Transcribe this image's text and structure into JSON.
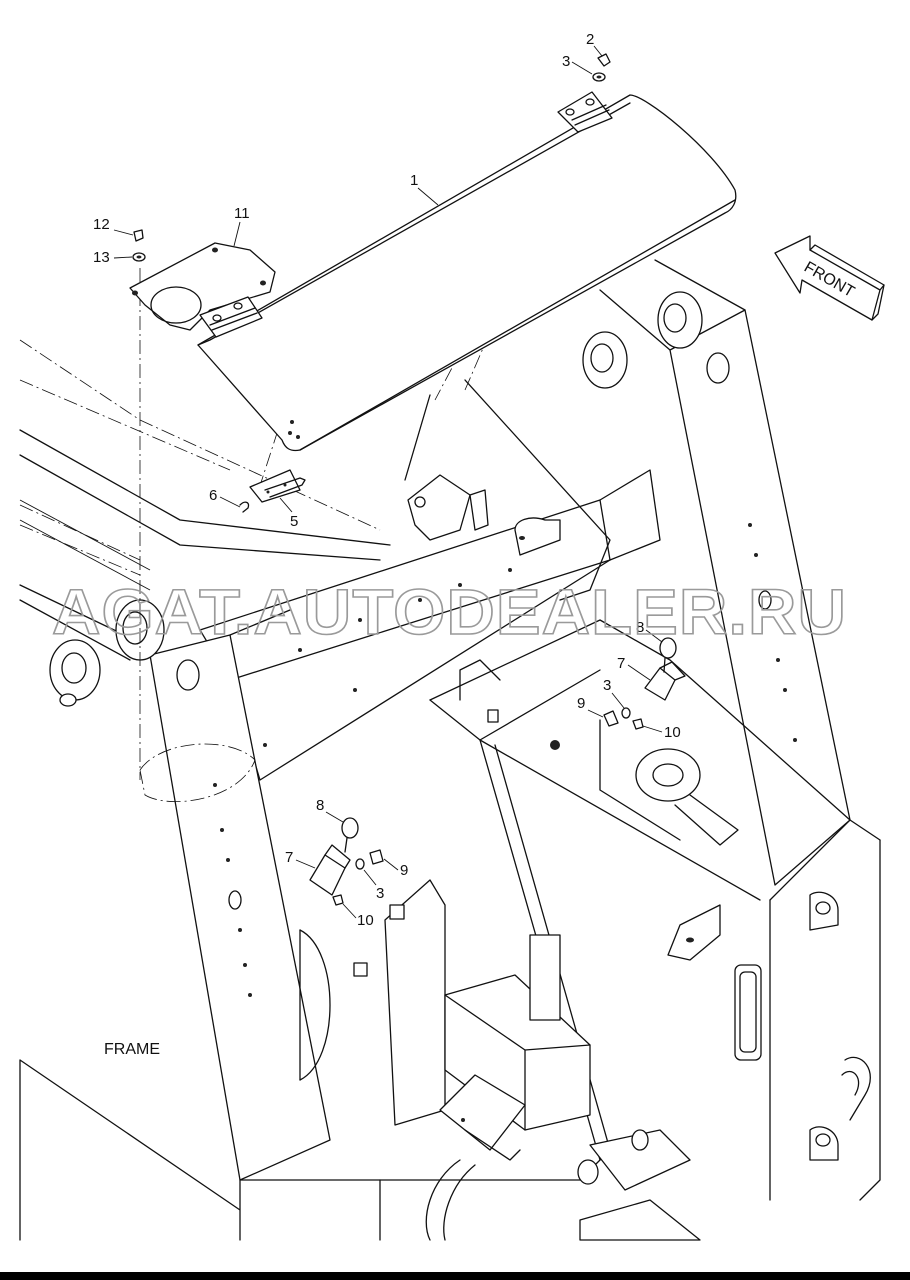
{
  "diagram": {
    "frame_label": "FRAME",
    "front_label": "FRONT",
    "watermark": "AGAT.AUTODEALER.RU",
    "callouts": {
      "c1": "1",
      "c2": "2",
      "c3_top": "3",
      "c5": "5",
      "c6": "6",
      "c11": "11",
      "c12": "12",
      "c13": "13",
      "c8_right": "8",
      "c7_right": "7",
      "c3_right": "3",
      "c9_right": "9",
      "c10_right": "10",
      "c8_left": "8",
      "c7_left": "7",
      "c9_left": "9",
      "c3_left": "3",
      "c10_left": "10"
    }
  }
}
